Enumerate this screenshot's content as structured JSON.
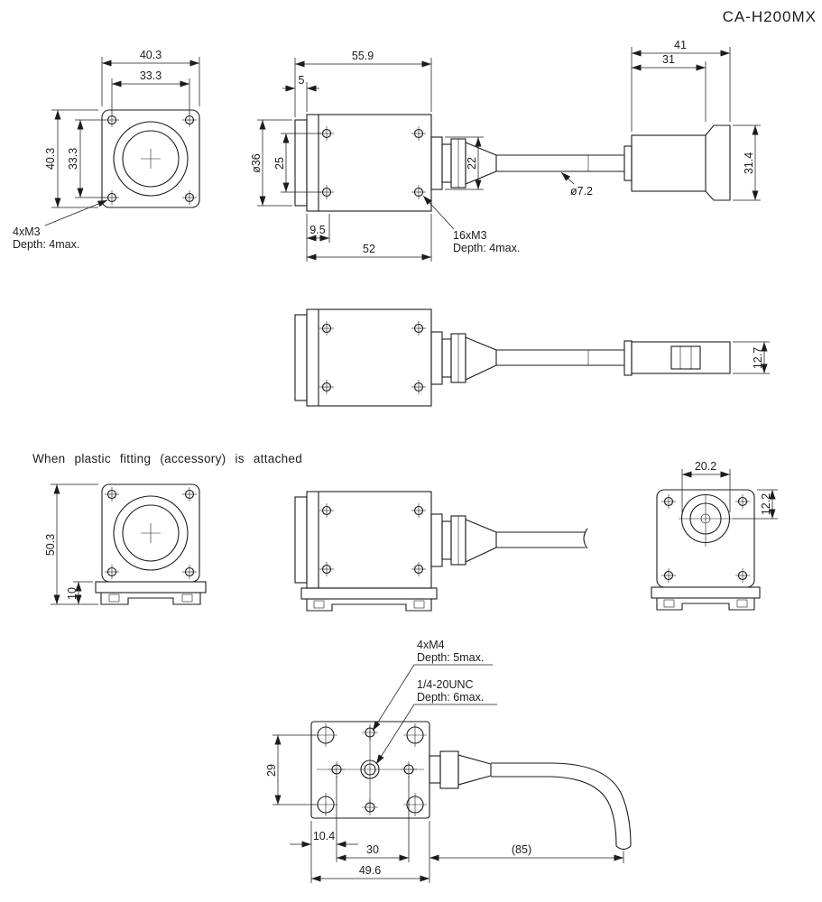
{
  "title": "CA-H200MX",
  "note": "When plastic fitting (accessory) is attached",
  "colors": {
    "line": "#1c1c1c",
    "background": "#ffffff"
  },
  "front_view": {
    "width_outer": "40.3",
    "width_screws": "33.3",
    "height_outer": "40.3",
    "height_screws": "33.3",
    "screw_note_line1": "4xM3",
    "screw_note_line2": "Depth: 4max."
  },
  "side_view": {
    "length_total": "55.9",
    "lens_protrusion": "5",
    "lens_dia": "ø36",
    "screw_span": "25",
    "rear_block_height": "22",
    "front_to_screw": "9.5",
    "body_length": "52",
    "screw_note_line1": "16xM3",
    "screw_note_line2": "Depth: 4max.",
    "cable_dia": "ø7.2"
  },
  "connector_view": {
    "length_total": "41",
    "body_length": "31",
    "height": "31.4"
  },
  "top_view": {
    "connector_width": "12.7"
  },
  "fitting_front_view": {
    "height_total": "50.3",
    "fitting_height": "10"
  },
  "fitting_rear_view": {
    "connector_dia": "20.2",
    "connector_offset": "12.2"
  },
  "bottom_view": {
    "m4_note_line1": "4xM4",
    "m4_note_line2": "Depth: 5max.",
    "unc_note_line1": "1/4-20UNC",
    "unc_note_line2": "Depth: 6max.",
    "hole_pitch_v": "29",
    "edge_to_hole": "10.4",
    "hole_pitch_h": "30",
    "base_width": "49.6",
    "cable_length": "(85)"
  }
}
